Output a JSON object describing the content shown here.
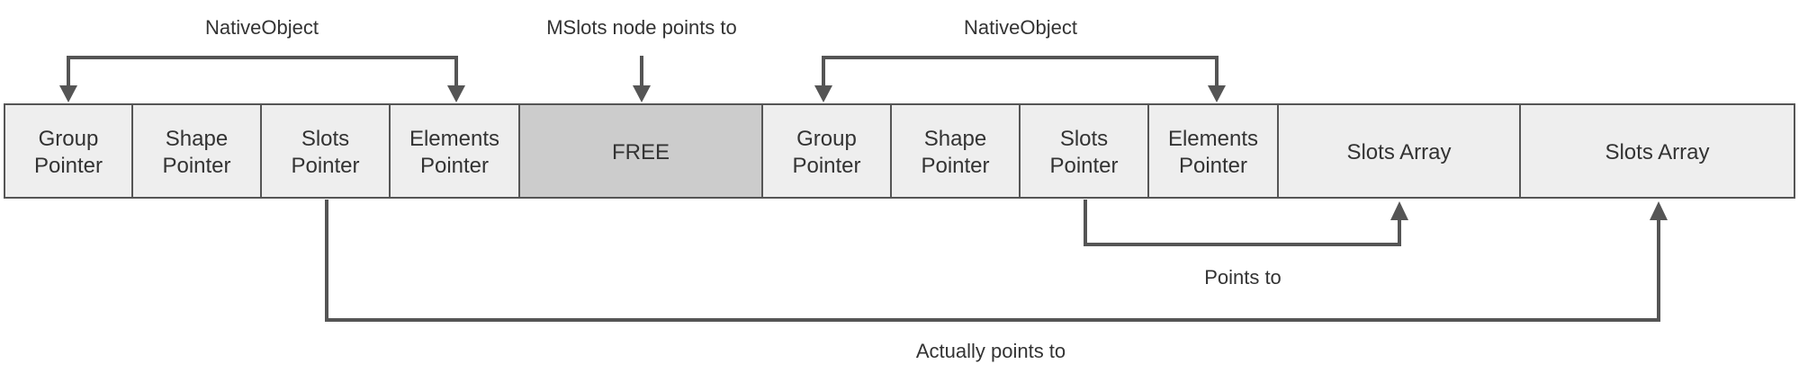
{
  "cells": [
    {
      "line1": "Group",
      "line2": "Pointer",
      "kind": "normal"
    },
    {
      "line1": "Shape",
      "line2": "Pointer",
      "kind": "normal"
    },
    {
      "line1": "Slots",
      "line2": "Pointer",
      "kind": "normal"
    },
    {
      "line1": "Elements",
      "line2": "Pointer",
      "kind": "normal"
    },
    {
      "line1": "FREE",
      "line2": "",
      "kind": "free"
    },
    {
      "line1": "Group",
      "line2": "Pointer",
      "kind": "normal"
    },
    {
      "line1": "Shape",
      "line2": "Pointer",
      "kind": "normal"
    },
    {
      "line1": "Slots",
      "line2": "Pointer",
      "kind": "normal"
    },
    {
      "line1": "Elements",
      "line2": "Pointer",
      "kind": "normal"
    },
    {
      "line1": "Slots Array",
      "line2": "",
      "kind": "normal"
    },
    {
      "line1": "Slots Array",
      "line2": "",
      "kind": "normal"
    }
  ],
  "annotations": {
    "native_object_left": "NativeObject",
    "mslots_node": "MSlots node points to",
    "native_object_right": "NativeObject",
    "points_to": "Points to",
    "actually_points_to": "Actually points to"
  },
  "colors": {
    "cell_fill": "#eeeeee",
    "free_fill": "#cccccc",
    "border": "#555555",
    "arrow": "#555555",
    "text": "#333333"
  }
}
